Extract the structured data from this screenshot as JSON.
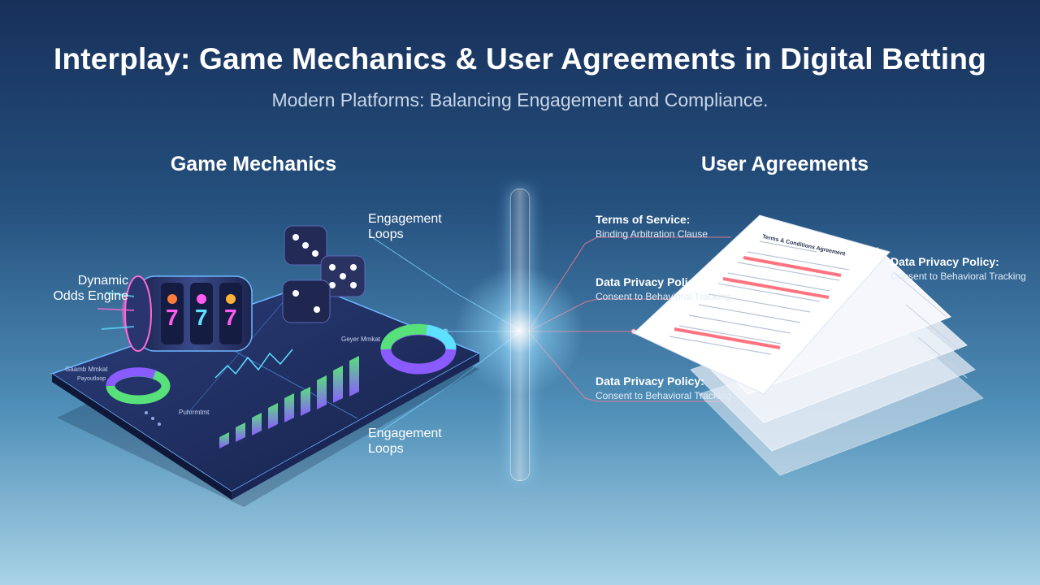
{
  "header": {
    "title": "Interplay: Game Mechanics & User Agreements in Digital Betting",
    "subtitle": "Modern Platforms: Balancing Engagement and Compliance."
  },
  "left": {
    "heading": "Game Mechanics",
    "callouts": {
      "dynamic_odds": "Dynamic Odds Engine",
      "engagement_top": "Engagement Loops",
      "engagement_bottom": "Engagement Loops"
    },
    "dashboard_labels": {
      "panel_left": "Gaamb Mmkat",
      "panel_left_sub": "Payoutloop",
      "panel_right": "Geyer Mmkat",
      "panel_bottom": "Puhrrmtmt"
    }
  },
  "right": {
    "heading": "User Agreements",
    "callouts": {
      "tos_title": "Terms of Service:",
      "tos_sub": "Binding Arbitration Clause",
      "privacy1_title": "Data Privacy Policy:",
      "privacy1_sub": "Consent to Behavioral Tracking",
      "privacy2_title": "Data Privacy Policy:",
      "privacy2_sub": "Consent to Behavioral Tracking",
      "privacy3_title": "Data Privacy Policy:",
      "privacy3_sub": "Consent to Behavioral Tracking"
    },
    "document_header": "Terms & Conditions Agreement"
  },
  "colors": {
    "bg_top": "#17305a",
    "bg_bottom": "#a9d3e6",
    "accent_cyan": "#5ee0ff",
    "accent_purple": "#8a5cff",
    "accent_green": "#58e07a",
    "highlight_red": "#ff5c6a"
  },
  "icons": [
    "slot-machine-icon",
    "dice-icon",
    "donut-chart-icon",
    "bar-chart-icon",
    "document-icon"
  ]
}
